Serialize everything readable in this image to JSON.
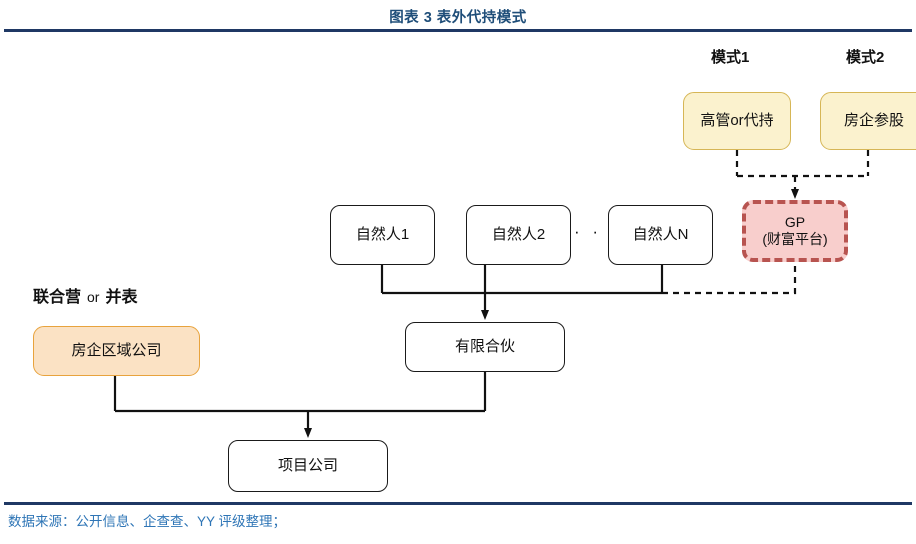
{
  "header": {
    "title": "图表 3 表外代持模式",
    "title_color": "#1f4e79",
    "rule_color": "#1f3864"
  },
  "footer": {
    "source": "数据来源：公开信息、企查查、YY 评级整理；",
    "source_color": "#2e75b6"
  },
  "diagram": {
    "type": "flowchart",
    "labels": {
      "mode1": "模式1",
      "mode2": "模式2",
      "joint_venture": "联合营",
      "or": "or",
      "consolidated": "并表",
      "ellipsis": "· · · ·"
    },
    "nodes": [
      {
        "id": "exec",
        "text": "高管or代持",
        "style": "yellow"
      },
      {
        "id": "developer",
        "text": "房企参股",
        "style": "yellow"
      },
      {
        "id": "gp_line1",
        "text": "GP",
        "style": "pink"
      },
      {
        "id": "gp_line2",
        "text": "(财富平台)",
        "style": "pink"
      },
      {
        "id": "person1",
        "text": "自然人1",
        "style": "white"
      },
      {
        "id": "person2",
        "text": "自然人2",
        "style": "white"
      },
      {
        "id": "personN",
        "text": "自然人N",
        "style": "white"
      },
      {
        "id": "region",
        "text": "房企区域公司",
        "style": "orange"
      },
      {
        "id": "lp",
        "text": "有限合伙",
        "style": "white"
      },
      {
        "id": "project",
        "text": "项目公司",
        "style": "white"
      }
    ],
    "colors": {
      "yellow_fill": "#fbf2ce",
      "yellow_border": "#d6b656",
      "orange_fill": "#fbe2c4",
      "orange_border": "#e8a33d",
      "pink_fill": "#f8cecc",
      "pink_border": "#b85450",
      "white_fill": "#ffffff",
      "node_border": "#1a1a1a",
      "connector": "#1a1a1a"
    }
  }
}
